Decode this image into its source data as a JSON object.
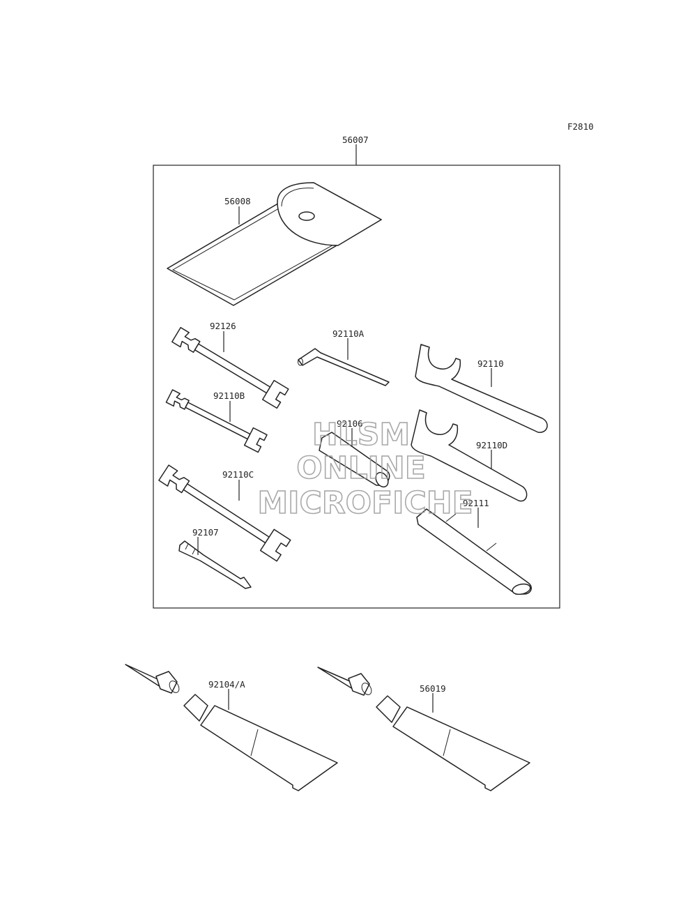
{
  "figure_code": "F2810",
  "callouts": {
    "kit": "56007",
    "pouch": "56008",
    "wrench_92126": "92126",
    "hex_key": "92110A",
    "spanner_92110": "92110",
    "wrench_92110b": "92110B",
    "handle_92106": "92106",
    "spanner_92110d": "92110D",
    "wrench_92110c": "92110C",
    "grip_92111": "92111",
    "screwdriver": "92107",
    "tube_left": "92104/A",
    "tube_right": "56019"
  },
  "watermark": {
    "line1": "HLSM",
    "line2": "ONLINE",
    "line3": "MICROFICHE"
  },
  "colors": {
    "line": "#222222",
    "watermark": "#9a9a9a",
    "background": "#ffffff"
  }
}
